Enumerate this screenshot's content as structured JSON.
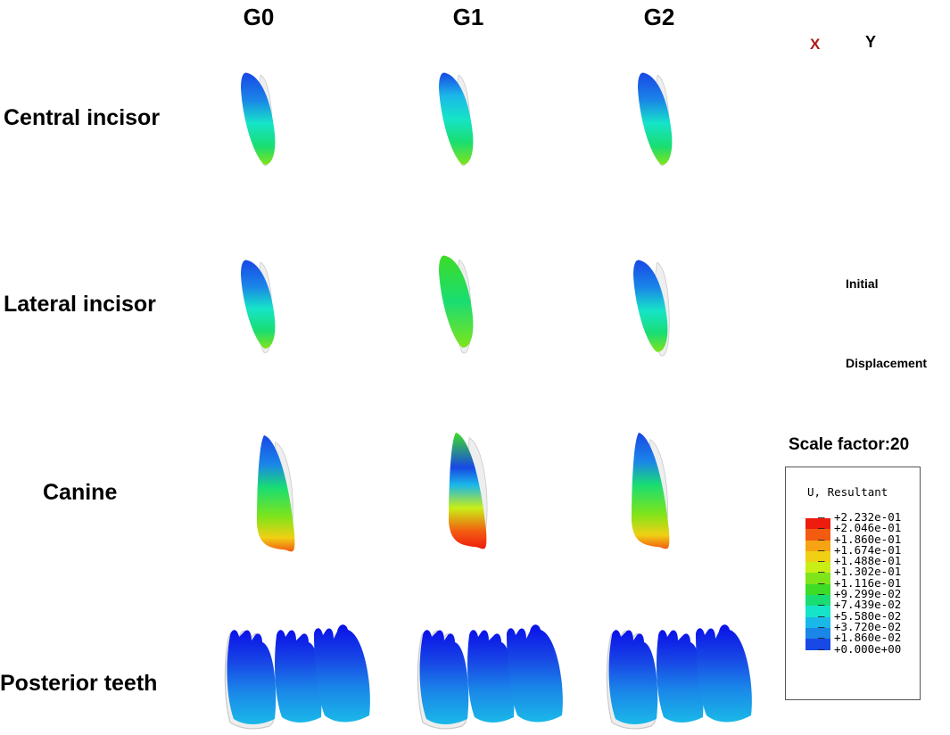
{
  "columns": [
    "G0",
    "G1",
    "G2"
  ],
  "rows": [
    "Central incisor",
    "Lateral incisor",
    "Canine",
    "Posterior teeth"
  ],
  "axes": {
    "x_label": "X",
    "y_label": "Y"
  },
  "legend": {
    "initial_label": "Initial",
    "displacement_label": "Displacement"
  },
  "scale_factor_label": "Scale factor:20",
  "contour_legend": {
    "title": "U, Resultant",
    "values": [
      "+2.232e-01",
      "+2.046e-01",
      "+1.860e-01",
      "+1.674e-01",
      "+1.488e-01",
      "+1.302e-01",
      "+1.116e-01",
      "+9.299e-02",
      "+7.439e-02",
      "+5.580e-02",
      "+3.720e-02",
      "+1.860e-02",
      "+0.000e+00"
    ],
    "colors": [
      "#ee1c0e",
      "#f35c10",
      "#f6a413",
      "#f0d014",
      "#c9ee16",
      "#7fe41a",
      "#3ddc27",
      "#19dd72",
      "#16e4c8",
      "#1ab8e8",
      "#1a86e8",
      "#1848e6",
      "#0a10e8"
    ]
  }
}
